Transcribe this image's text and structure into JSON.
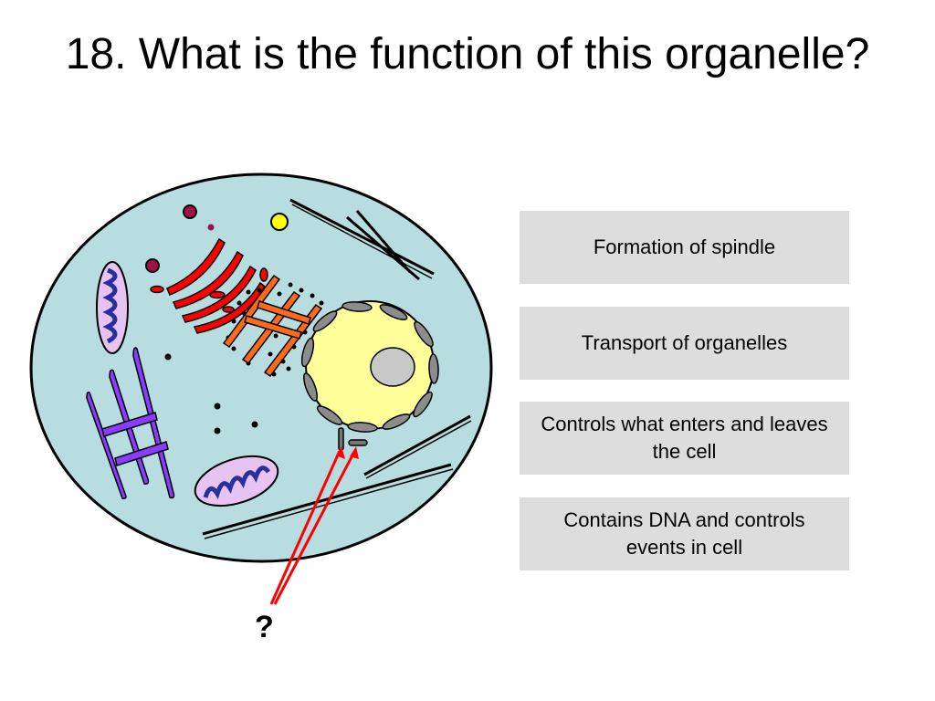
{
  "slide": {
    "title": "18. What is the function of this organelle?"
  },
  "diagram": {
    "pointer_label": "?"
  },
  "answers": [
    {
      "label": "Formation of spindle"
    },
    {
      "label": "Transport of organelles"
    },
    {
      "label": "Controls what enters and leaves the cell"
    },
    {
      "label": "Contains DNA and controls events in cell"
    }
  ],
  "colors": {
    "cytoplasm": "#b8dde0",
    "nucleus": "#ffff99",
    "nucleolus": "#c8c8c8",
    "golgi": "#ff0000",
    "er": "#ff6a1a",
    "mitochondria_outer": "#e6c3f0",
    "mitochondria_inner": "#2a2fa0",
    "chloroplast_like": "#8a3dff",
    "arrow": "#ff0000",
    "answer_box": "#dddddd"
  }
}
